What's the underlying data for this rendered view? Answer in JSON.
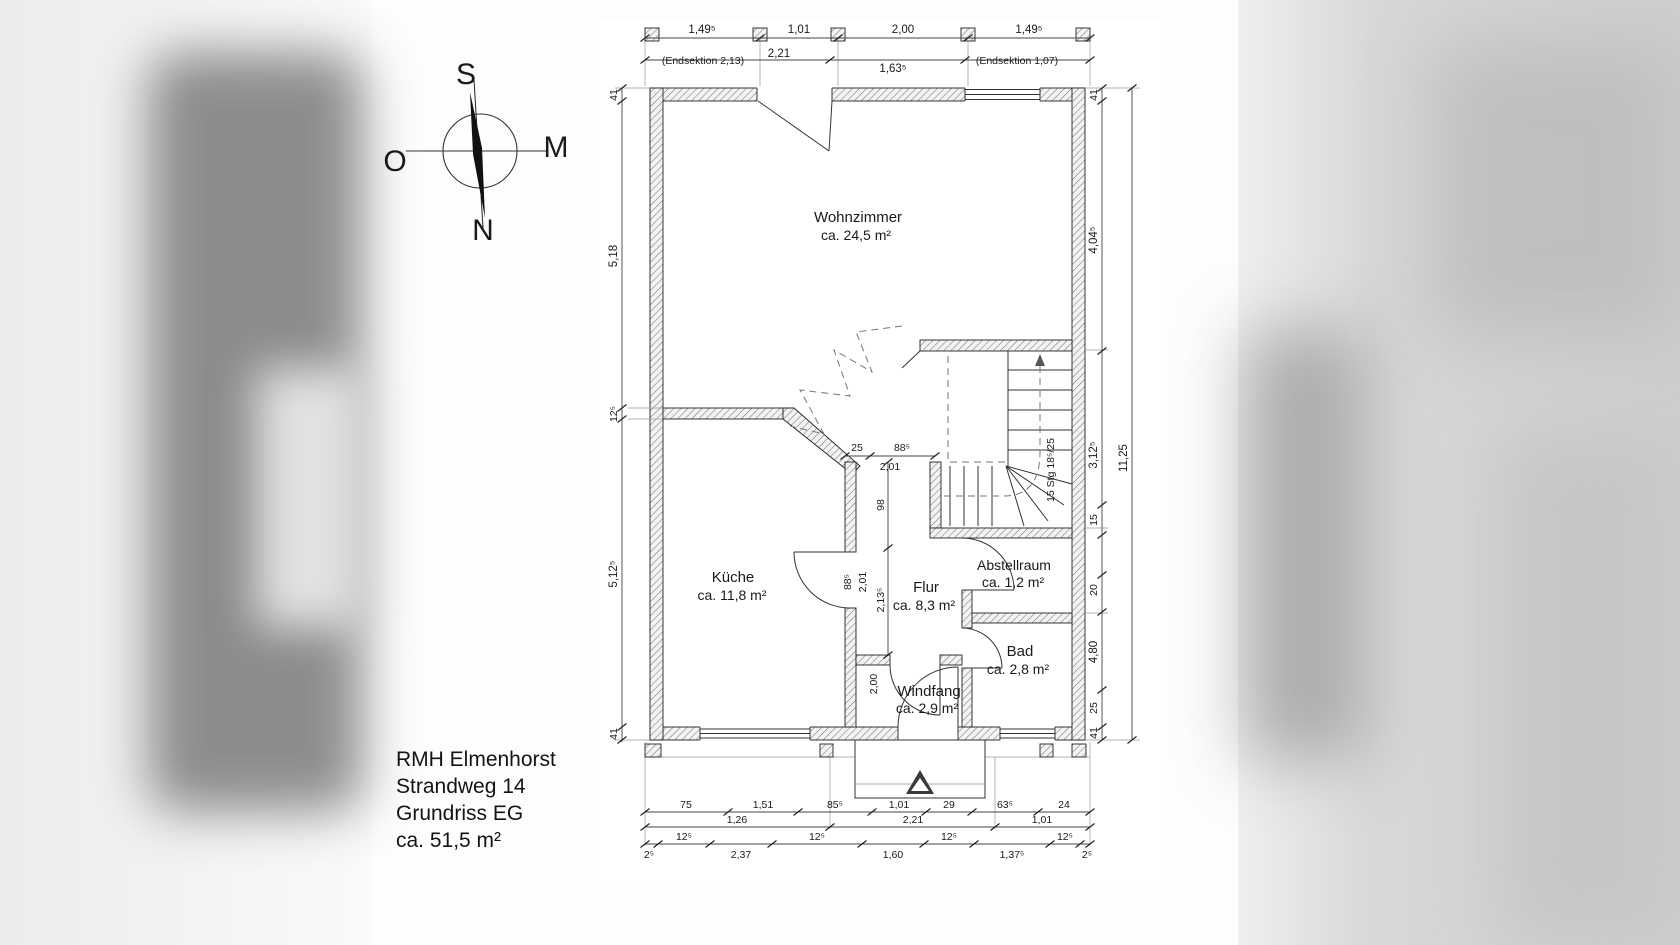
{
  "title_block": {
    "lines": [
      "RMH Elmenhorst",
      "Strandweg 14",
      "Grundriss EG",
      "ca. 51,5 m²"
    ]
  },
  "compass": {
    "top": "S",
    "right": "M",
    "left": "O",
    "bottom": "N"
  },
  "rooms": [
    {
      "name": "Wohnzimmer",
      "area": "ca. 24,5 m²"
    },
    {
      "name": "Küche",
      "area": "ca. 11,8 m²"
    },
    {
      "name": "Flur",
      "area": "ca. 8,3 m²"
    },
    {
      "name": "Abstellraum",
      "area": "ca. 1,2 m²"
    },
    {
      "name": "Bad",
      "area": "ca. 2,8 m²"
    },
    {
      "name": "Windfang",
      "area": "ca. 2,9 m²"
    }
  ],
  "stair": {
    "label": "15 Stg 18⁵/25"
  },
  "dims": {
    "top1": [
      "1,49⁵",
      "1,01",
      "2,00",
      "1,49⁵"
    ],
    "top2": [
      "(Endsektion 2,13)",
      "2,21",
      "1,63⁵",
      "(Endsektion 1,07)"
    ],
    "left": [
      "41",
      "5,18",
      "12⁵",
      "5,12⁵",
      "41"
    ],
    "right": [
      "41",
      "4,04⁵",
      "3,12⁵",
      "15",
      "20",
      "4,80",
      "25",
      "41"
    ],
    "right_total": "11,25",
    "flur_top": [
      "25",
      "88⁵"
    ],
    "flur_top_total": "2,01",
    "flur_vert": [
      "98",
      "2,13⁵"
    ],
    "kueche_door": [
      "88⁵",
      "2,01"
    ],
    "windfang_vert": "2,00",
    "bottom1": [
      "75",
      "1,51",
      "85⁵",
      "1,01",
      "29",
      "63⁵",
      "24"
    ],
    "bottom2": [
      "1,26",
      "2,21",
      "1,01"
    ],
    "bottom3": [
      "2⁵",
      "12⁵",
      "2,37",
      "12⁵",
      "1,60",
      "12⁵",
      "1,37⁵",
      "12⁵",
      "2⁵"
    ]
  }
}
